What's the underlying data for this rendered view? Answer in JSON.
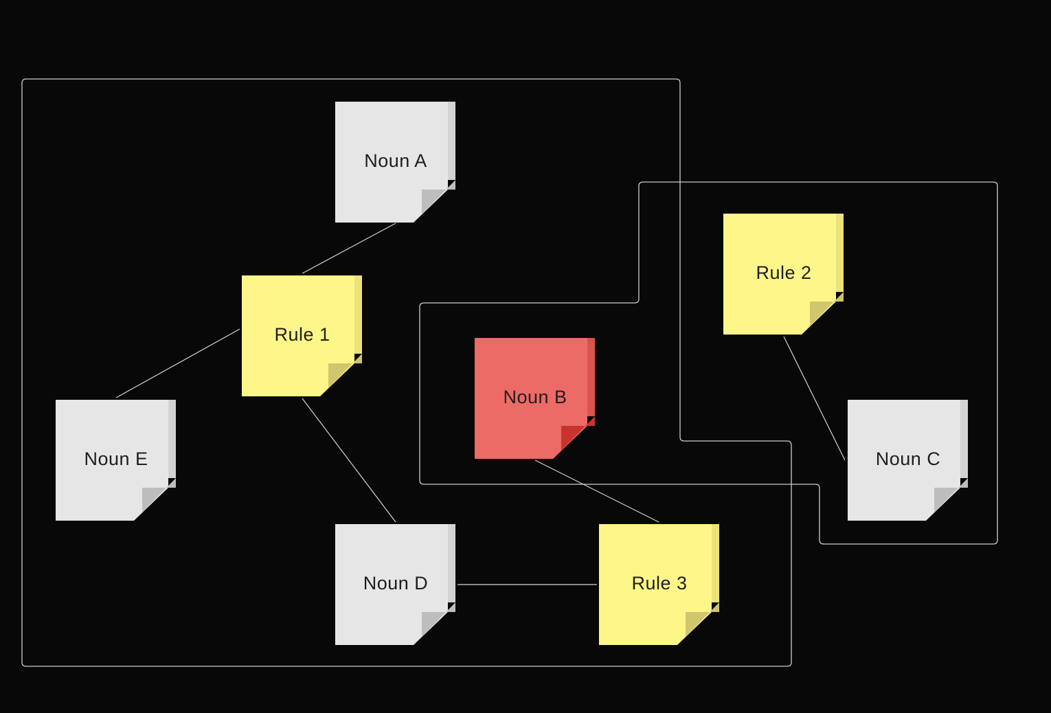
{
  "colors": {
    "background": "#080808",
    "outline": "#cfcfcf",
    "connector": "#d6d6d6",
    "noun_face": "#e6e6e6",
    "noun_side": "#d3d3d3",
    "noun_fold": "#bdbdbd",
    "rule_face": "#fff68a",
    "rule_side": "#ece27a",
    "rule_fold": "#cfc66d",
    "highlight_face": "#ed6b66",
    "highlight_side": "#d9544f",
    "highlight_fold": "#c8342d"
  },
  "notes": {
    "noun_a": {
      "label": "Noun A",
      "kind": "noun"
    },
    "noun_b": {
      "label": "Noun B",
      "kind": "highlight"
    },
    "noun_c": {
      "label": "Noun C",
      "kind": "noun"
    },
    "noun_d": {
      "label": "Noun D",
      "kind": "noun"
    },
    "noun_e": {
      "label": "Noun E",
      "kind": "noun"
    },
    "rule_1": {
      "label": "Rule 1",
      "kind": "rule"
    },
    "rule_2": {
      "label": "Rule 2",
      "kind": "rule"
    },
    "rule_3": {
      "label": "Rule 3",
      "kind": "rule"
    }
  },
  "connections": [
    {
      "from": "rule_1",
      "to": "noun_a"
    },
    {
      "from": "rule_1",
      "to": "noun_e"
    },
    {
      "from": "rule_1",
      "to": "noun_d"
    },
    {
      "from": "noun_d",
      "to": "rule_3"
    },
    {
      "from": "noun_b",
      "to": "rule_3"
    },
    {
      "from": "rule_2",
      "to": "noun_c"
    }
  ],
  "groups": [
    {
      "id": "group-rule-1",
      "members": [
        "rule_1",
        "noun_a",
        "noun_d",
        "noun_e",
        "rule_3"
      ]
    },
    {
      "id": "group-rule-2",
      "members": [
        "rule_2",
        "noun_c",
        "noun_b"
      ]
    }
  ]
}
